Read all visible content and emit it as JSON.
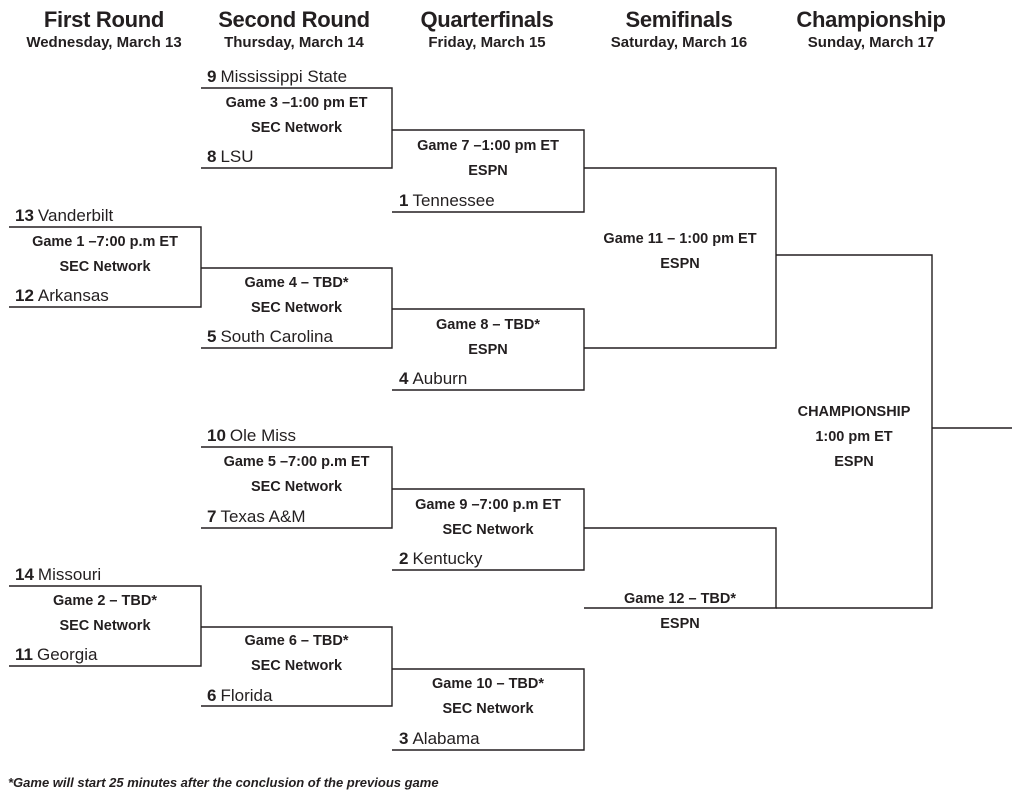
{
  "rounds": [
    {
      "title": "First Round",
      "date": "Wednesday, March 13"
    },
    {
      "title": "Second Round",
      "date": "Thursday, March 14"
    },
    {
      "title": "Quarterfinals",
      "date": "Friday, March 15"
    },
    {
      "title": "Semifinals",
      "date": "Saturday, March 16"
    },
    {
      "title": "Championship",
      "date": "Sunday, March 17"
    }
  ],
  "teams": {
    "t1": {
      "seed": "9",
      "name": "Mississippi State"
    },
    "t2": {
      "seed": "8",
      "name": "LSU"
    },
    "t3": {
      "seed": "1",
      "name": "Tennessee"
    },
    "t4": {
      "seed": "13",
      "name": "Vanderbilt"
    },
    "t5": {
      "seed": "12",
      "name": "Arkansas"
    },
    "t6": {
      "seed": "5",
      "name": "South Carolina"
    },
    "t7": {
      "seed": "4",
      "name": "Auburn"
    },
    "t8": {
      "seed": "10",
      "name": "Ole Miss"
    },
    "t9": {
      "seed": "7",
      "name": "Texas A&M"
    },
    "t10": {
      "seed": "2",
      "name": "Kentucky"
    },
    "t11": {
      "seed": "14",
      "name": "Missouri"
    },
    "t12": {
      "seed": "11",
      "name": "Georgia"
    },
    "t13": {
      "seed": "6",
      "name": "Florida"
    },
    "t14": {
      "seed": "3",
      "name": "Alabama"
    }
  },
  "games": {
    "g1": {
      "label": "Game 1 –7:00 p.m ET",
      "network": "SEC Network"
    },
    "g2": {
      "label": "Game 2 – TBD*",
      "network": "SEC Network"
    },
    "g3": {
      "label": "Game 3 –1:00 pm ET",
      "network": "SEC Network"
    },
    "g4": {
      "label": "Game 4 – TBD*",
      "network": "SEC Network"
    },
    "g5": {
      "label": "Game 5 –7:00 p.m ET",
      "network": "SEC Network"
    },
    "g6": {
      "label": "Game 6 – TBD*",
      "network": "SEC Network"
    },
    "g7": {
      "label": "Game 7 –1:00 pm ET",
      "network": "ESPN"
    },
    "g8": {
      "label": "Game 8 – TBD*",
      "network": "ESPN"
    },
    "g9": {
      "label": "Game 9 –7:00 p.m ET",
      "network": "SEC Network"
    },
    "g10": {
      "label": "Game 10 – TBD*",
      "network": "SEC Network"
    },
    "g11": {
      "label": "Game 11 – 1:00 pm ET",
      "network": "ESPN"
    },
    "g12": {
      "label": "Game 12 – TBD*",
      "network": "ESPN"
    },
    "champ": {
      "label": "CHAMPIONSHIP",
      "time": "1:00 pm ET",
      "network": "ESPN"
    }
  },
  "footnote": "*Game will start 25 minutes after the conclusion of the previous game"
}
